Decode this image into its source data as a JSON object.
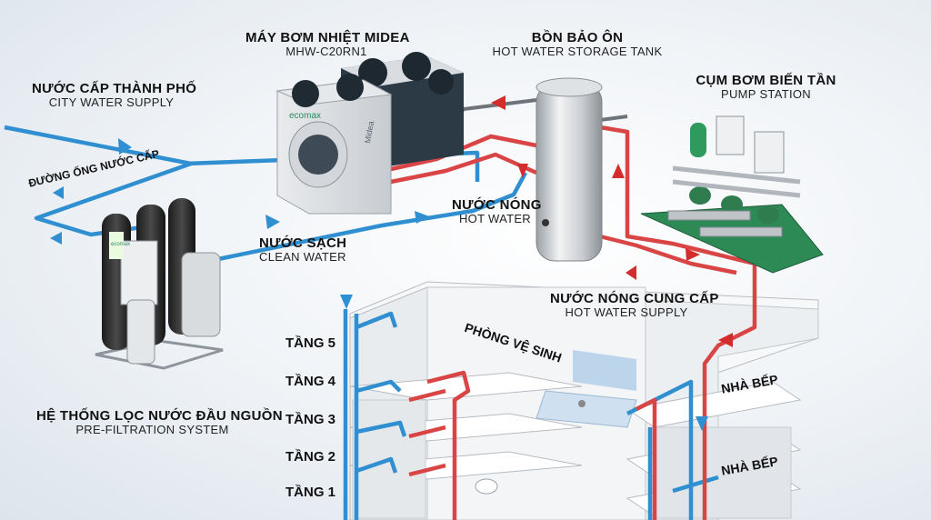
{
  "labels": {
    "heat_pump": {
      "vi": "MÁY BƠM NHIỆT MIDEA",
      "en": "MHW-C20RN1"
    },
    "storage_tank": {
      "vi": "BỒN BẢO ÔN",
      "en": "HOT WATER STORAGE TANK"
    },
    "pump_station": {
      "vi": "CỤM BƠM BIẾN TẦN",
      "en": "PUMP STATION"
    },
    "city_water": {
      "vi": "NƯỚC CẤP THÀNH PHỐ",
      "en": "CITY WATER SUPPLY"
    },
    "supply_pipe": "ĐƯỜNG ỐNG NƯỚC CẤP",
    "hot_water": {
      "vi": "NƯỚC NÓNG",
      "en": "HOT WATER"
    },
    "clean_water": {
      "vi": "NƯỚC SẠCH",
      "en": "CLEAN WATER"
    },
    "hot_water_supply": {
      "vi": "NƯỚC NÓNG CUNG CẤP",
      "en": "HOT WATER SUPPLY"
    },
    "pre_filtration": {
      "vi": "HỆ THỐNG LỌC NƯỚC ĐẦU NGUỒN",
      "en": "PRE-FILTRATION SYSTEM"
    },
    "bathroom": "PHÒNG VỆ SINH",
    "kitchen_1": "NHÀ BẾP",
    "kitchen_2": "NHÀ BẾP",
    "brand": "ecomax",
    "brand2": "Midea"
  },
  "floors": [
    "TẦNG 5",
    "TẦNG 4",
    "TẦNG 3",
    "TẦNG 2",
    "TẦNG 1"
  ],
  "colors": {
    "cold_pipe": "#2f8fd0",
    "hot_pipe": "#d94545",
    "arrow_cold": "#2f8fd0",
    "arrow_hot": "#d42c2c"
  }
}
